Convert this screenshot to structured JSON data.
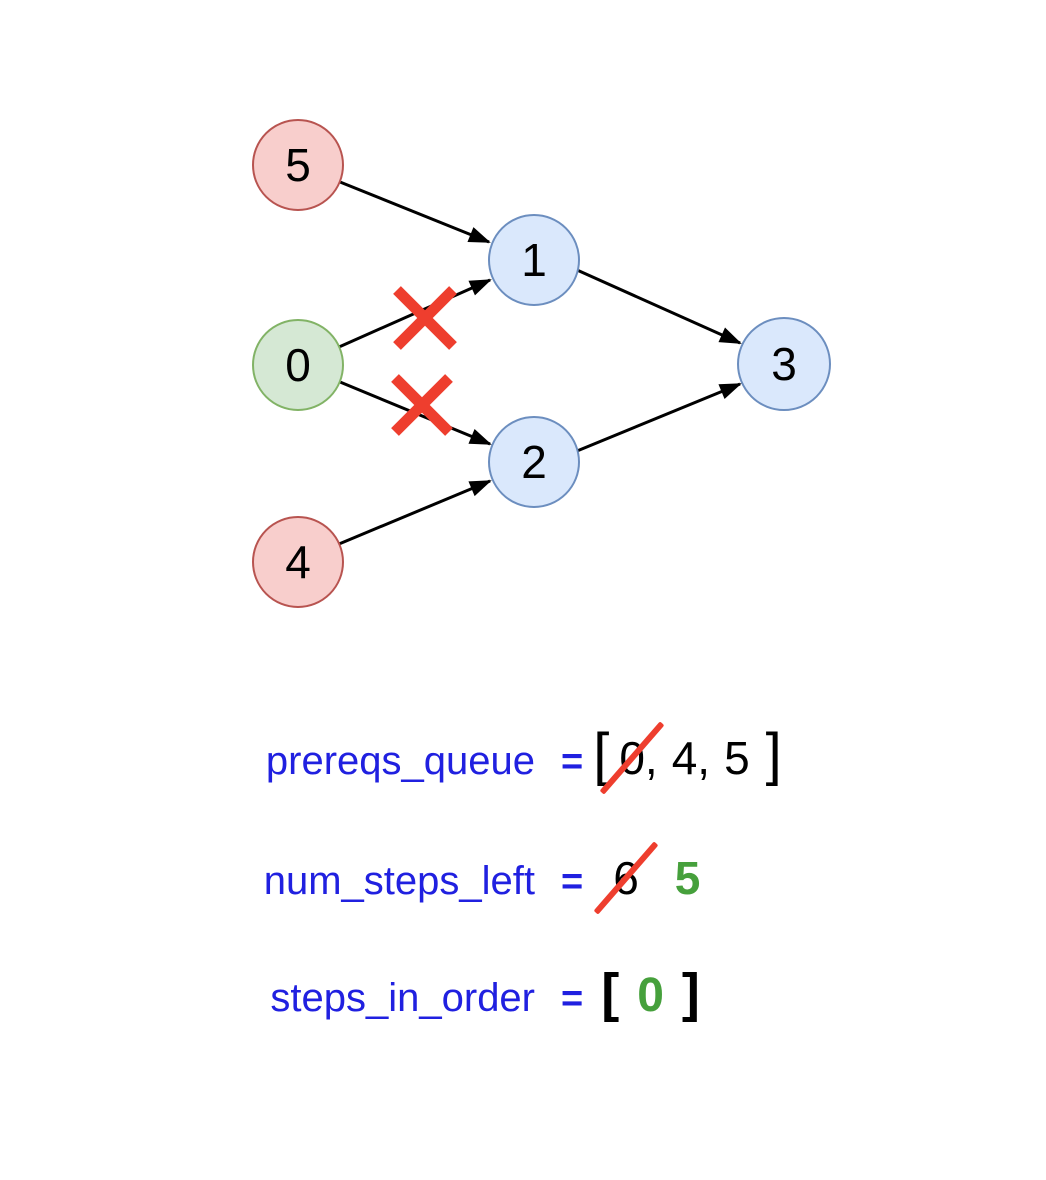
{
  "colors": {
    "node-blue-fill": "#dae8fc",
    "node-blue-stroke": "#6c8ebf",
    "node-green-fill": "#d5e8d4",
    "node-green-stroke": "#82b366",
    "node-red-fill": "#f8cecc",
    "node-red-stroke": "#b85450",
    "edge-black": "#000000",
    "cross-red": "#ee3e2e",
    "label-blue": "#2020e0",
    "value-green": "#46a03c"
  },
  "graph": {
    "nodes": [
      {
        "id": "5",
        "label": "5",
        "color": "red"
      },
      {
        "id": "1",
        "label": "1",
        "color": "blue"
      },
      {
        "id": "0",
        "label": "0",
        "color": "green"
      },
      {
        "id": "2",
        "label": "2",
        "color": "blue"
      },
      {
        "id": "3",
        "label": "3",
        "color": "blue"
      },
      {
        "id": "4",
        "label": "4",
        "color": "red"
      }
    ],
    "edges": [
      {
        "from": "5",
        "to": "1",
        "crossed": false
      },
      {
        "from": "0",
        "to": "1",
        "crossed": true
      },
      {
        "from": "0",
        "to": "2",
        "crossed": true
      },
      {
        "from": "4",
        "to": "2",
        "crossed": false
      },
      {
        "from": "1",
        "to": "3",
        "crossed": false
      },
      {
        "from": "2",
        "to": "3",
        "crossed": false
      }
    ]
  },
  "variables": {
    "prereqs_queue": {
      "name": "prereqs_queue",
      "eq": "=",
      "open_bracket": "[",
      "removed_item": "0",
      "separator_after_removed": ",",
      "item_1": "4",
      "separator_1": ",",
      "item_2": "5",
      "close_bracket": "]"
    },
    "num_steps_left": {
      "name": "num_steps_left",
      "eq": "=",
      "old_value": "6",
      "new_value": "5"
    },
    "steps_in_order": {
      "name": "steps_in_order",
      "eq": "=",
      "open_bracket": "[",
      "item_0": "0",
      "close_bracket": "]"
    }
  }
}
